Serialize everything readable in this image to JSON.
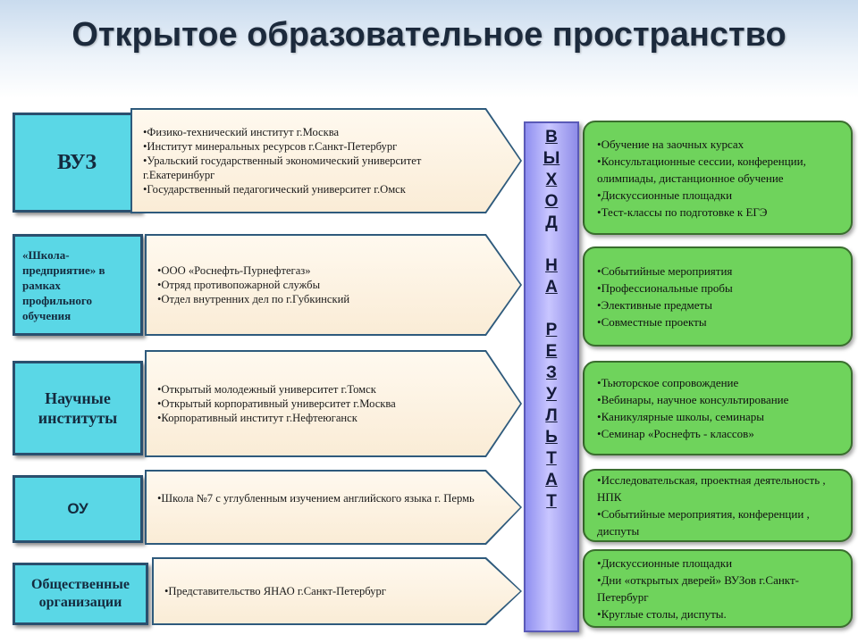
{
  "title": "Открытое образовательное пространство",
  "result_letters": [
    "В",
    "Ы",
    "Х",
    "О",
    "Д",
    " ",
    "Н",
    "А",
    " ",
    "Р",
    "Е",
    "З",
    "У",
    "Л",
    "Ь",
    "Т",
    "А",
    "Т"
  ],
  "rows": [
    {
      "category": "ВУЗ",
      "items": [
        "Физико-технический институт г.Москва",
        "Институт минеральных ресурсов г.Санкт-Петербург",
        "Уральский государственный экономический университет г.Екатеринбург",
        "Государственный педагогический университет г.Омск"
      ],
      "results": [
        "Обучение на заочных курсах",
        "Консультационные сессии, конференции, олимпиады, дистанционное обучение",
        "Дискуссионные площадки",
        "Тест-классы по подготовке к ЕГЭ"
      ]
    },
    {
      "category": "«Школа-предприятие» в рамках профильного обучения",
      "items": [
        "ООО «Роснефть-Пурнефтегаз»",
        "Отряд противопожарной службы",
        "Отдел внутренних дел по г.Губкинский"
      ],
      "results": [
        "Событийные мероприятия",
        "Профессиональные пробы",
        "Элективные предметы",
        "Совместные проекты"
      ]
    },
    {
      "category": "Научные институты",
      "items": [
        "Открытый молодежный университет г.Томск",
        "Открытый корпоративный университет г.Москва",
        "Корпоративный институт г.Нефтеюганск"
      ],
      "results": [
        "Тьюторское сопровождение",
        "Вебинары, научное консультирование",
        "Каникулярные школы, семинары",
        "Семинар «Роснефть - классов»"
      ]
    },
    {
      "category": "ОУ",
      "items": [
        "Школа №7 с углубленным изучением английского языка г. Пермь"
      ],
      "results": [
        "Исследовательская, проектная деятельность , НПК",
        "Событийные мероприятия, конференции , диспуты"
      ]
    },
    {
      "category": "Общественные организации",
      "items": [
        "Представительство ЯНАО г.Санкт-Петербург"
      ],
      "results": [
        "Дискуссионные площадки",
        "Дни «открытых дверей» ВУЗов г.Санкт-Петербург",
        "Круглые столы, диспуты."
      ]
    }
  ]
}
